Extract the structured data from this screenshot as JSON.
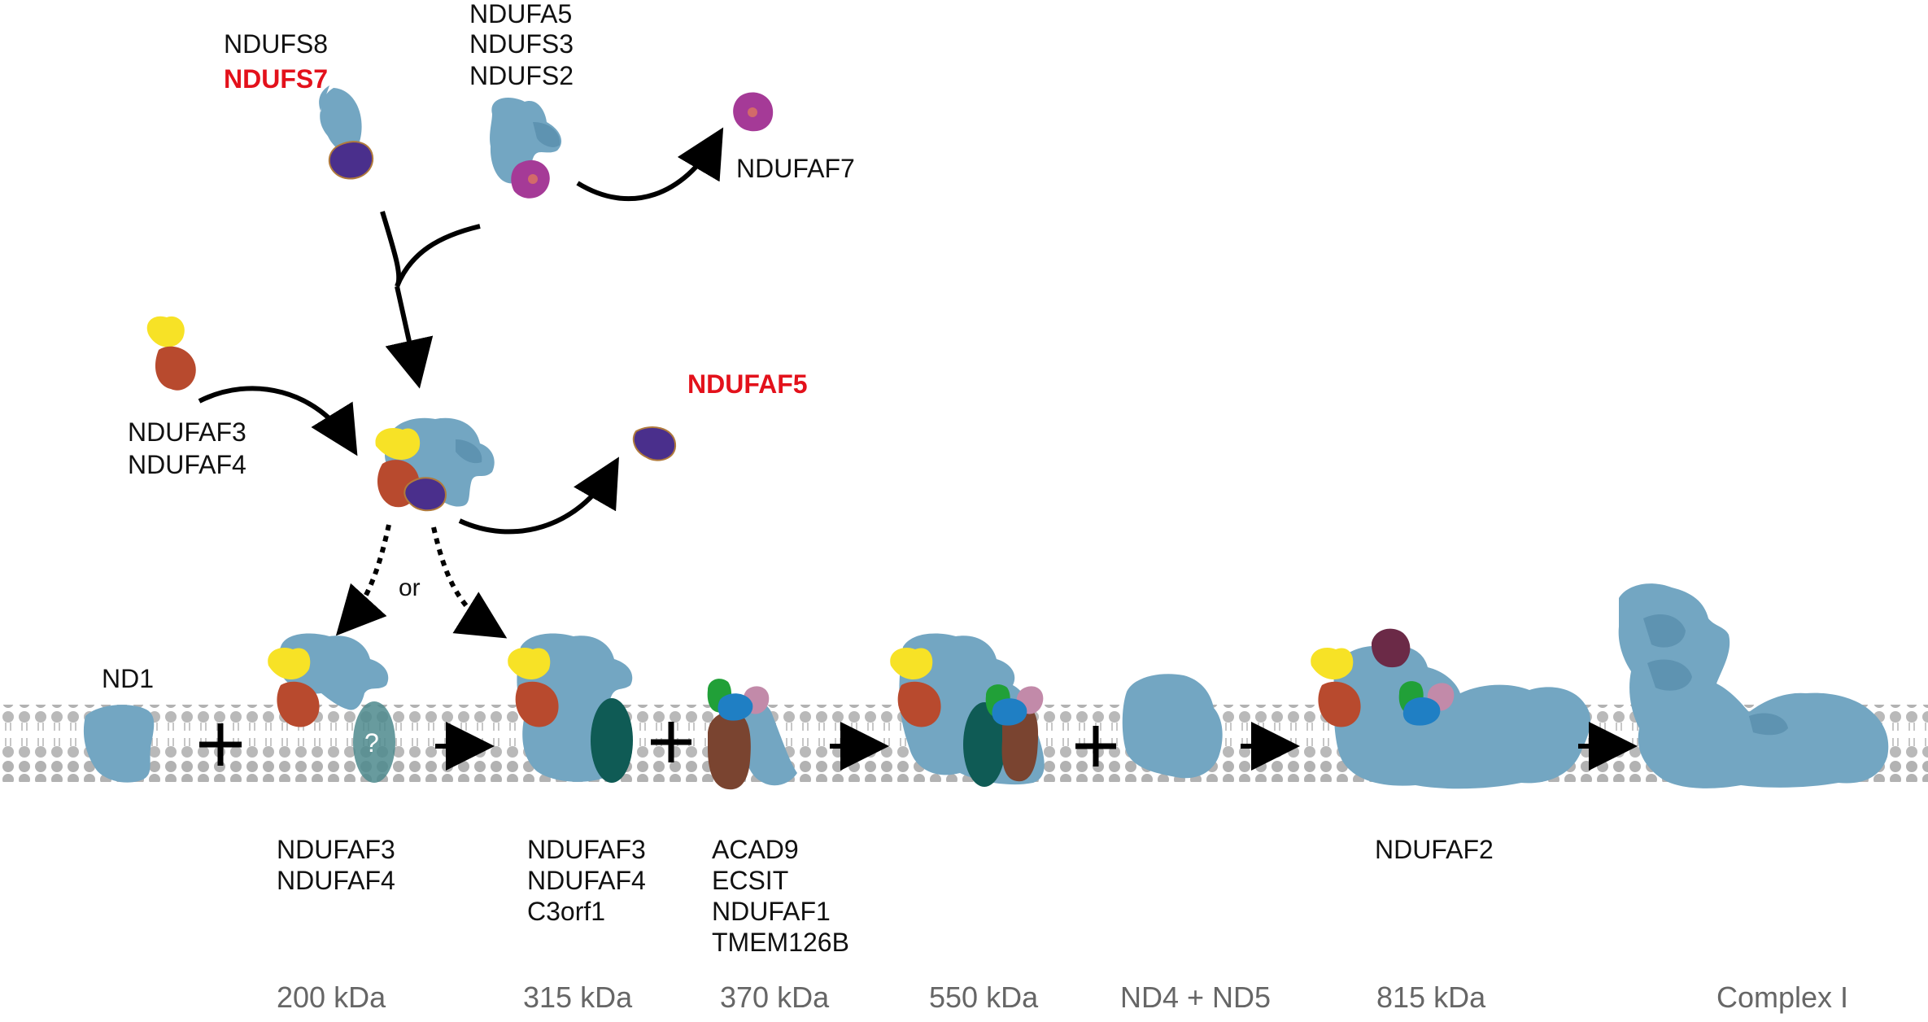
{
  "labels": {
    "ndufs8": "NDUFS8",
    "ndufs7": "NDUFS7",
    "ndufa5": "NDUFA5",
    "ndufs3": "NDUFS3",
    "ndufs2": "NDUFS2",
    "ndufaf7": "NDUFAF7",
    "ndufaf5": "NDUFAF5",
    "ndufaf3_top": "NDUFAF3",
    "ndufaf4_top": "NDUFAF4",
    "or": "or",
    "nd1": "ND1",
    "question": "?",
    "stage200_a": "NDUFAF3",
    "stage200_b": "NDUFAF4",
    "stage315_a": "NDUFAF3",
    "stage315_b": "NDUFAF4",
    "stage315_c": "C3orf1",
    "stage370_a": "ACAD9",
    "stage370_b": "ECSIT",
    "stage370_c": "NDUFAF1",
    "stage370_d": "TMEM126B",
    "stage815_a": "NDUFAF2"
  },
  "masses": [
    "200 kDa",
    "315 kDa",
    "370 kDa",
    "550 kDa",
    "ND4 + ND5",
    "815 kDa",
    "Complex I"
  ],
  "colors": {
    "subunit_blue": "#73a6c2",
    "membrane_gray": "#b4b4b4",
    "ndufaf3_yellow": "#f7e226",
    "ndufaf4_red": "#b84a2e",
    "ndufaf5_purple": "#4a2f8c",
    "ndufaf7_magenta": "#a53a97",
    "c3orf1_teal": "#0f5b55",
    "acad9_brown": "#7a4430",
    "ecsit_green": "#21a038",
    "ndufaf1_blue": "#1f7fc4",
    "tmem126b_pink": "#c28aa9",
    "ndufaf2_plum": "#6b2a47",
    "highlight_red": "#e3111b"
  }
}
